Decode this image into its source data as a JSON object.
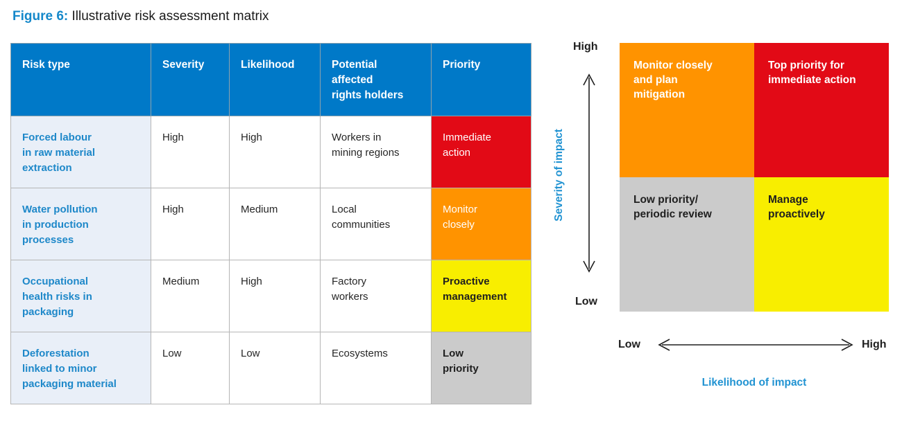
{
  "title": {
    "prefix": "Figure 6:",
    "text": " Illustrative risk assessment matrix"
  },
  "colors": {
    "header_blue": "#0079C8",
    "accent_blue": "#1588CA",
    "axis_blue": "#2193D2",
    "light_blue_row": "#E9EFF8",
    "red": "#E20A16",
    "orange": "#FF9300",
    "yellow": "#F8EE00",
    "gray": "#CBCBCB",
    "dark_text": "#1F1F1F",
    "white": "#FFFFFF"
  },
  "table": {
    "headers": {
      "risk_type": "Risk type",
      "severity": "Severity",
      "likelihood": "Likelihood",
      "rights_holders": "Potential\naffected\nrights holders",
      "priority": "Priority"
    },
    "rows": [
      {
        "risk_type": "Forced labour\nin raw material\nextraction",
        "severity": "High",
        "likelihood": "High",
        "rights_holders": "Workers in\nmining regions",
        "priority": "Immediate\naction",
        "priority_bg": "#E20A16",
        "priority_fg": "#FFFFFF",
        "priority_weight": "500"
      },
      {
        "risk_type": "Water pollution\nin production\nprocesses",
        "severity": "High",
        "likelihood": "Medium",
        "rights_holders": "Local\ncommunities",
        "priority": "Monitor\nclosely",
        "priority_bg": "#FF9300",
        "priority_fg": "#FFFFFF",
        "priority_weight": "500"
      },
      {
        "risk_type": "Occupational\nhealth risks in\npackaging",
        "severity": "Medium",
        "likelihood": "High",
        "rights_holders": "Factory\nworkers",
        "priority": "Proactive\nmanagement",
        "priority_bg": "#F8EE00",
        "priority_fg": "#1F1F1F",
        "priority_weight": "700"
      },
      {
        "risk_type": "Deforestation\nlinked to minor\npackaging material",
        "severity": "Low",
        "likelihood": "Low",
        "rights_holders": "Ecosystems",
        "priority": "Low\npriority",
        "priority_bg": "#CBCBCB",
        "priority_fg": "#1F1F1F",
        "priority_weight": "700"
      }
    ]
  },
  "matrix": {
    "quadrants": [
      {
        "label": "Monitor closely\nand plan\nmitigation",
        "bg": "#FF9300",
        "fg": "#FFFFFF"
      },
      {
        "label": "Top priority for\nimmediate action",
        "bg": "#E20A16",
        "fg": "#FFFFFF"
      },
      {
        "label": "Low priority/\nperiodic review",
        "bg": "#CBCBCB",
        "fg": "#1F1F1F"
      },
      {
        "label": "Manage\nproactively",
        "bg": "#F8EE00",
        "fg": "#1F1F1F"
      }
    ],
    "y_axis": {
      "label": "Severity of impact",
      "top": "High",
      "bottom": "Low"
    },
    "x_axis": {
      "label": "Likelihood of impact",
      "left": "Low",
      "right": "High"
    }
  }
}
